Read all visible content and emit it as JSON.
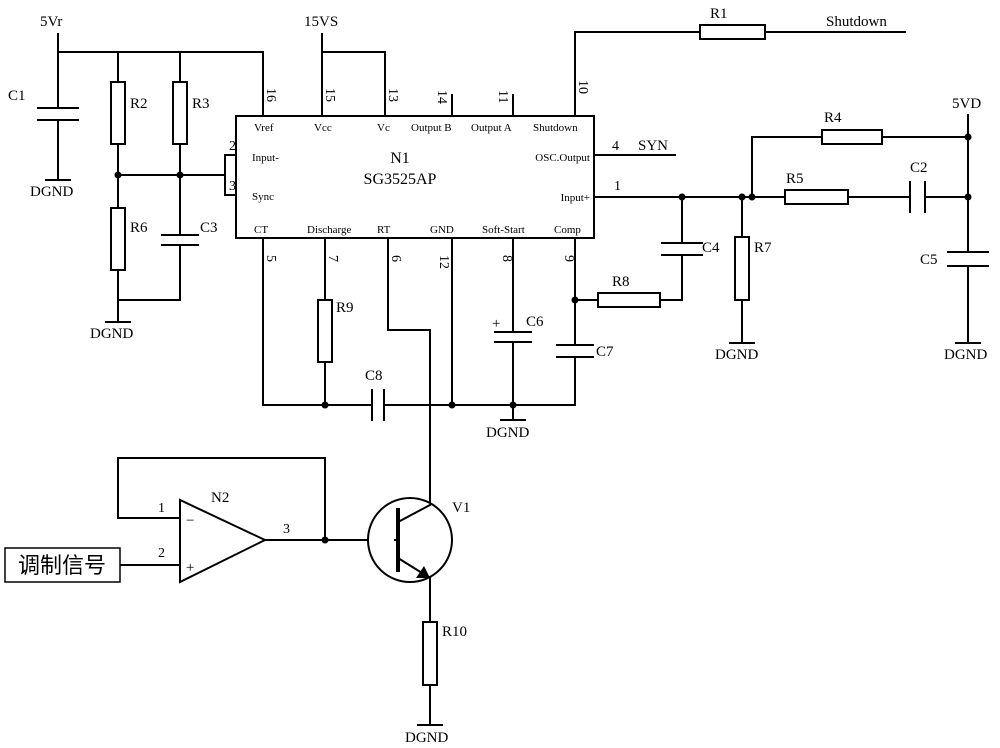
{
  "rails": {
    "v5r": "5Vr",
    "v15vs": "15VS",
    "v5vd": "5VD",
    "shutdown": "Shutdown",
    "syn": "SYN"
  },
  "ground": "DGND",
  "chip": {
    "designator": "N1",
    "part": "SG3525AP",
    "pins_top": [
      {
        "num": "16",
        "name": "Vref"
      },
      {
        "num": "15",
        "name": "Vcc"
      },
      {
        "num": "13",
        "name": "Vc"
      },
      {
        "num": "14",
        "name": "Output B"
      },
      {
        "num": "11",
        "name": "Output A"
      },
      {
        "num": "10",
        "name": "Shutdown"
      }
    ],
    "pins_left": [
      {
        "num": "2",
        "name": "Input-"
      },
      {
        "num": "3",
        "name": "Sync"
      }
    ],
    "pins_right": [
      {
        "num": "4",
        "name": "OSC.Output"
      },
      {
        "num": "1",
        "name": "Input+"
      }
    ],
    "pins_bottom": [
      {
        "num": "5",
        "name": "CT"
      },
      {
        "num": "7",
        "name": "Discharge"
      },
      {
        "num": "6",
        "name": "RT"
      },
      {
        "num": "12",
        "name": "GND"
      },
      {
        "num": "8",
        "name": "Soft-Start"
      },
      {
        "num": "9",
        "name": "Comp"
      }
    ]
  },
  "resistors": [
    "R1",
    "R2",
    "R3",
    "R4",
    "R5",
    "R6",
    "R7",
    "R8",
    "R9",
    "R10"
  ],
  "capacitors": [
    "C1",
    "C2",
    "C3",
    "C4",
    "C5",
    "C6",
    "C7",
    "C8"
  ],
  "opamp": {
    "designator": "N2",
    "pin_inv": "1",
    "pin_noninv": "2",
    "pin_out": "3",
    "minus": "−",
    "plus": "+"
  },
  "transistor": {
    "designator": "V1"
  },
  "input_signal": "调制信号"
}
